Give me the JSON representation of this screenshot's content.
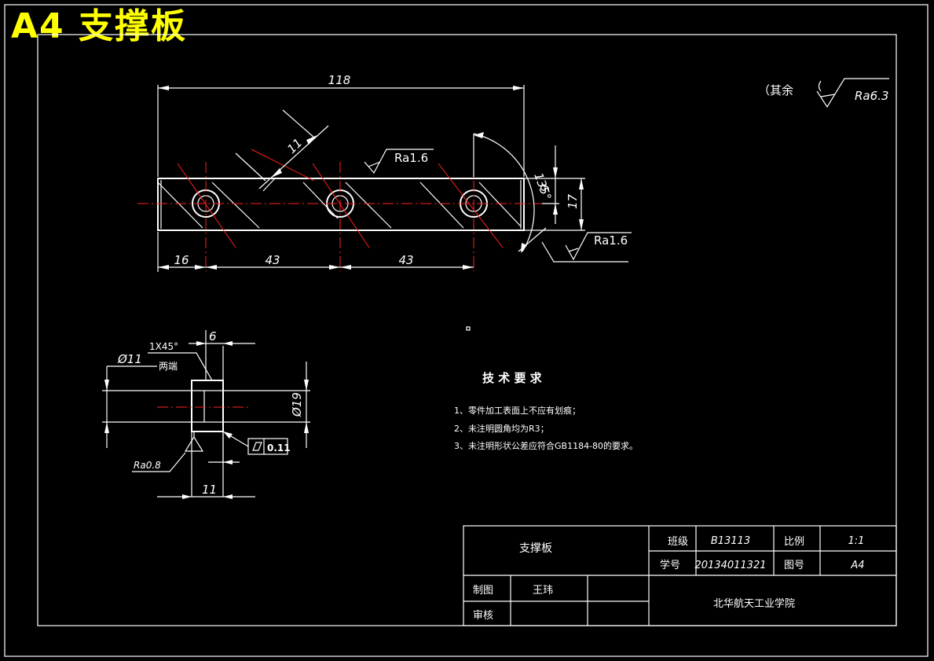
{
  "header": {
    "title": "A4 支撑板"
  },
  "surface_finish": {
    "other_note": "（其余",
    "other_ra": "Ra6.3",
    "face_top": "Ra1.6",
    "face_right": "Ra1.6",
    "bore": "Ra0.8"
  },
  "main_view": {
    "dims": {
      "overall_length": "118",
      "slot_width": "11",
      "offset_left": "16",
      "pitch_1": "43",
      "pitch_2": "43",
      "angle": "135°",
      "half_height": "9",
      "height": "17"
    }
  },
  "section_view": {
    "dims": {
      "chamfer": "1X45°",
      "chamfer_note": "两端",
      "step_width": "6",
      "diameter_small": "Ø11",
      "diameter_large": "Ø19",
      "thickness": "11",
      "tolerance_value": "0.11"
    }
  },
  "tech_requirements": {
    "title": "技 术 要 求",
    "items": [
      "1、零件加工表面上不应有划痕；",
      "2、未注明圆角均为R3；",
      "3、未注明形状公差应符合GB1184-80的要求。"
    ]
  },
  "title_block": {
    "part_name": "支撑板",
    "class_label": "班级",
    "class_value": "B13113",
    "scale_label": "比例",
    "scale_value": "1:1",
    "student_no_label": "学号",
    "student_no_value": "20134011321",
    "drawing_no_label": "图号",
    "drawing_no_value": "A4",
    "drafter_label": "制图",
    "drafter_name": "王玮",
    "checker_label": "审核",
    "school": "北华航天工业学院"
  }
}
